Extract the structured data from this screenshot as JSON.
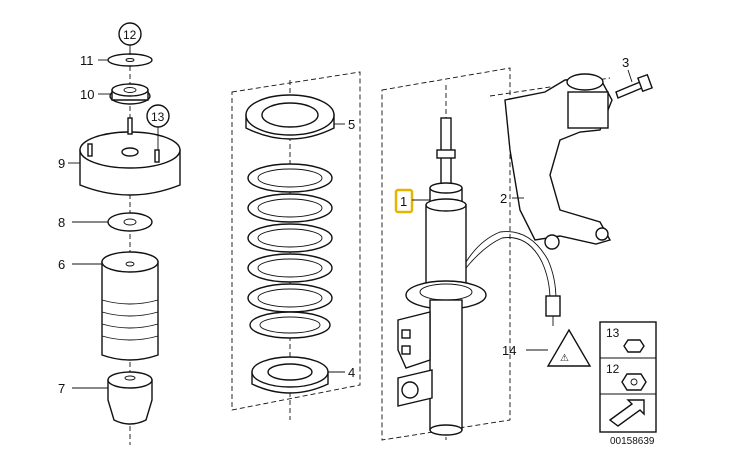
{
  "diagram": {
    "labels": {
      "p1": "1",
      "p2": "2",
      "p3": "3",
      "p4": "4",
      "p5": "5",
      "p6": "6",
      "p7": "7",
      "p8": "8",
      "p9": "9",
      "p10": "10",
      "p11": "11",
      "p12": "12",
      "p13": "13",
      "p14": "14"
    },
    "legend": {
      "item_a": "13",
      "item_b": "12"
    },
    "reference_number": "00158639",
    "colors": {
      "highlight": "#e8b400",
      "line": "#111111",
      "background": "#ffffff"
    }
  }
}
